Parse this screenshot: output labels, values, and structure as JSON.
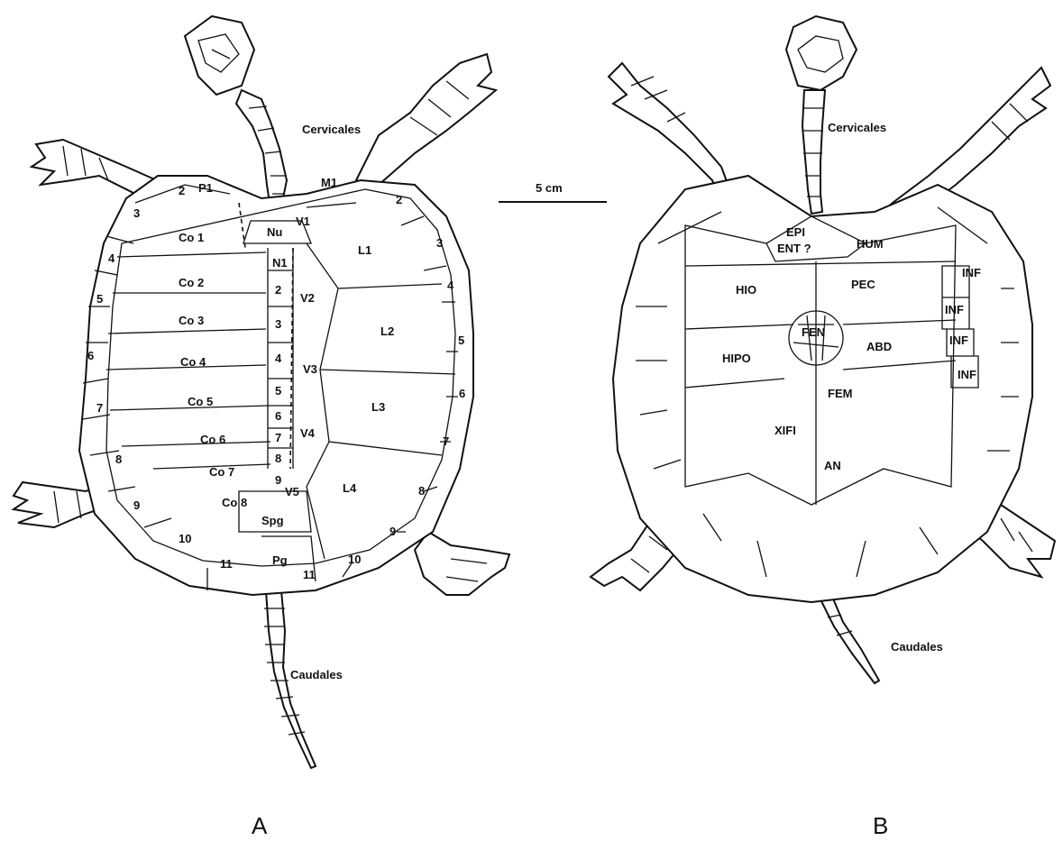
{
  "panel_a": {
    "letter": "A",
    "cervicales": "Cervicales",
    "caudales": "Caudales",
    "nuchal": "Nu",
    "pygal": "Pg",
    "suprapygal": "Spg",
    "marginal_1": "M1",
    "peripheral_1": "P1",
    "costals": [
      "Co 1",
      "Co 2",
      "Co 3",
      "Co 4",
      "Co 5",
      "Co 6",
      "Co 7",
      "Co 8"
    ],
    "neurals": [
      "N1",
      "2",
      "3",
      "4",
      "5",
      "6",
      "7",
      "8",
      "9"
    ],
    "vertebrals": [
      "V1",
      "V2",
      "V3",
      "V4",
      "V5"
    ],
    "laterals": [
      "L1",
      "L2",
      "L3",
      "L4"
    ],
    "marginals_left": [
      "2",
      "3",
      "4",
      "5",
      "6",
      "7",
      "8",
      "9",
      "10",
      "11"
    ],
    "marginals_right": [
      "2",
      "3",
      "4",
      "5",
      "6",
      "7",
      "8",
      "9",
      "10",
      "11"
    ]
  },
  "panel_b": {
    "letter": "B",
    "cervicales": "Cervicales",
    "caudales": "Caudales",
    "plates": {
      "epi": "EPI",
      "ent": "ENT ?",
      "hum": "HUM",
      "hio": "HIO",
      "pec": "PEC",
      "fen": "FEN",
      "hipo": "HIPO",
      "abd": "ABD",
      "fem": "FEM",
      "xifi": "XIFI",
      "an": "AN"
    },
    "inframarginals": [
      "INF",
      "INF",
      "INF",
      "INF"
    ]
  },
  "scale": {
    "label": "5 cm"
  }
}
